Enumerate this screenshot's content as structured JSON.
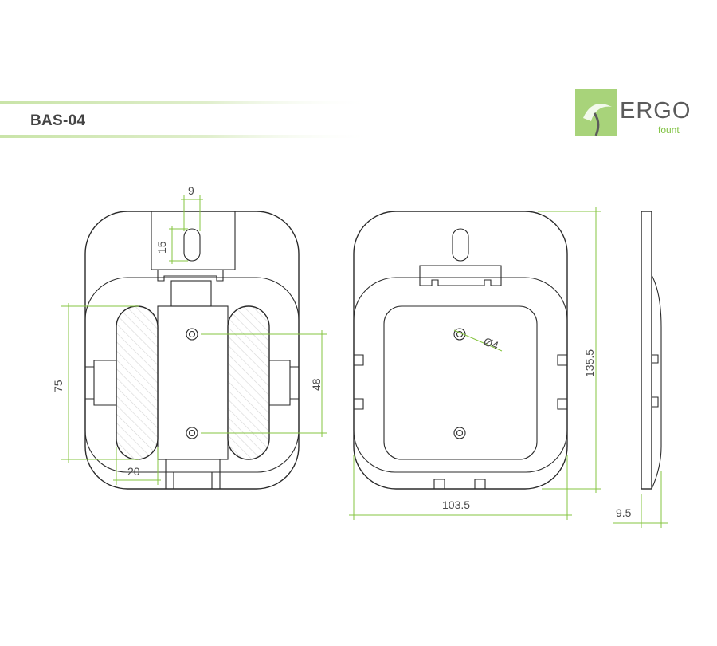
{
  "product_code": "BAS-04",
  "logo": {
    "word": "ERGO",
    "sub": "fount"
  },
  "dimensions": {
    "slot_width": "9",
    "slot_height": "15",
    "pad_span": "75",
    "pad_width": "20",
    "hole_spacing": "48",
    "hole_diameter": "Ø4",
    "total_height": "135.5",
    "total_width": "103.5",
    "thickness": "9.5"
  },
  "colors": {
    "accent": "#86c440",
    "line": "#2b2b2b",
    "text": "#444444"
  }
}
